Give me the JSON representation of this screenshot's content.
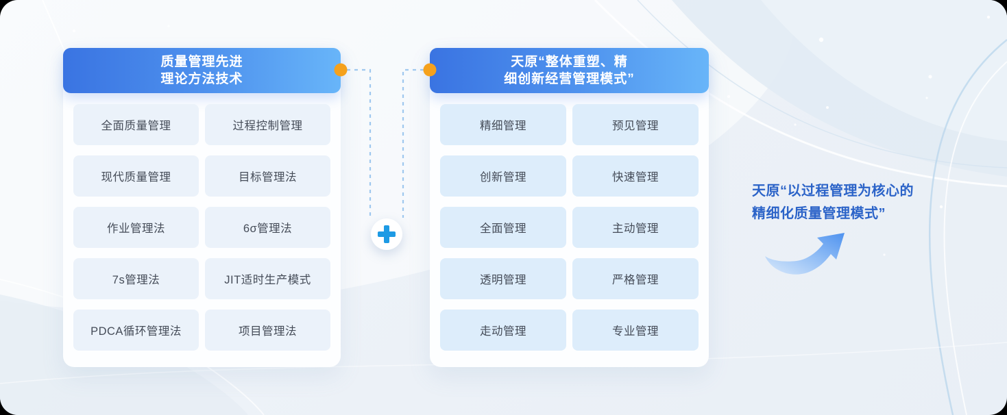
{
  "diagram": {
    "left_panel": {
      "title_line1": "质量管理先进",
      "title_line2": "理论方法技术",
      "items": [
        "全面质量管理",
        "过程控制管理",
        "现代质量管理",
        "目标管理法",
        "作业管理法",
        "6σ管理法",
        "7s管理法",
        "JIT适时生产模式",
        "PDCA循环管理法",
        "项目管理法"
      ]
    },
    "right_panel": {
      "title_line1": "天原“整体重塑、精",
      "title_line2": "细创新经营管理模式”",
      "items": [
        "精细管理",
        "预见管理",
        "创新管理",
        "快速管理",
        "全面管理",
        "主动管理",
        "透明管理",
        "严格管理",
        "走动管理",
        "专业管理"
      ]
    },
    "connector": {
      "plus_symbol": "+",
      "dot_color": "#F5A11C",
      "dash_color": "#9FC8EF",
      "plus_color": "#1D9AE4"
    },
    "result": {
      "line1": "天原“以过程管理为核心的",
      "line2": "精细化质量管理模式”",
      "text_color": "#2B63C8"
    },
    "colors": {
      "header_gradient_start": "#3A74E2",
      "header_gradient_end": "#68B5F9",
      "left_card_bg": "#EBF2FA",
      "right_card_bg": "#DDEDFB",
      "card_text": "#454C58",
      "page_bg": "#EDF2F7"
    }
  }
}
